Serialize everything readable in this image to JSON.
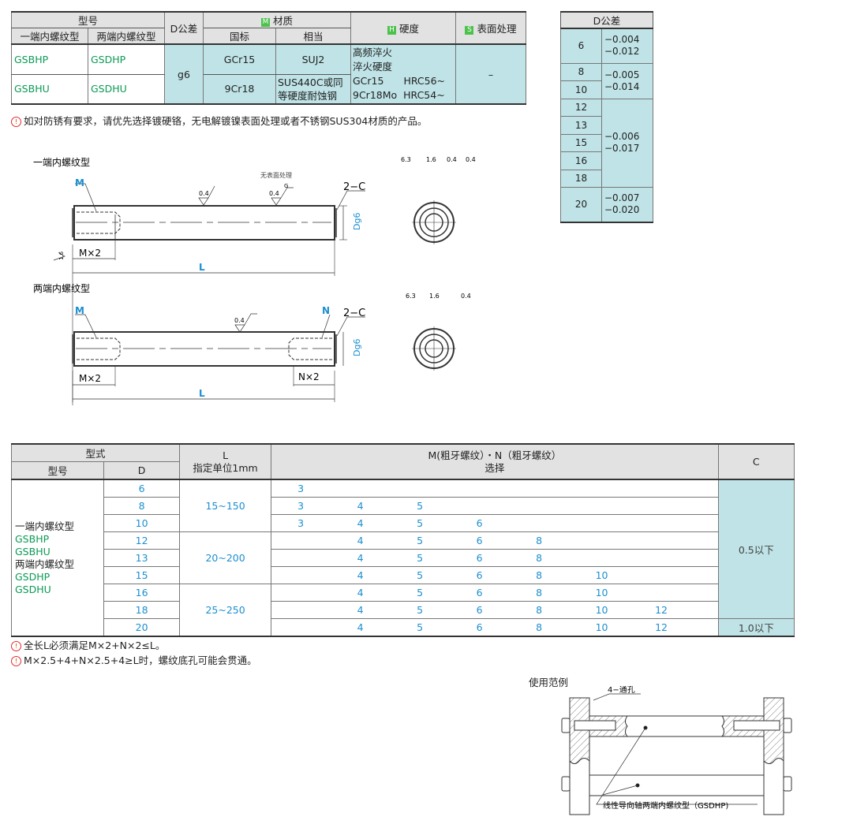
{
  "spec_table": {
    "headers": {
      "model": "型号",
      "one_end": "一端内螺纹型",
      "two_end": "两端内螺纹型",
      "d_tol": "D公差",
      "material": "材质",
      "material_badge": "M",
      "gb": "国标",
      "equiv": "相当",
      "hardness": "硬度",
      "hardness_badge": "H",
      "surface": "表面处理",
      "surface_badge": "S"
    },
    "rows": [
      {
        "one_end": "GSBHP",
        "two_end": "GSDHP",
        "gb": "GCr15",
        "equiv": "SUJ2"
      },
      {
        "one_end": "GSBHU",
        "two_end": "GSDHU",
        "gb": "9Cr18",
        "equiv": "SUS440C或同等硬度耐蚀钢"
      }
    ],
    "d_tol_value": "g6",
    "hardness_lines": [
      "高频淬火",
      "淬火硬度",
      "GCr15　　HRC56~",
      "9Cr18Mo  HRC54~"
    ],
    "surface_value": "–"
  },
  "note_top": "如对防锈有要求，请优先选择镀硬铬，无电解镀镍表面处理或者不锈钢SUS304材质的产品。",
  "tol_table": {
    "header": "D公差",
    "groups": [
      {
        "d": [
          "6"
        ],
        "tol": [
          "−0.004",
          "−0.012"
        ]
      },
      {
        "d": [
          "8",
          "10"
        ],
        "tol": [
          "−0.005",
          "−0.014"
        ]
      },
      {
        "d": [
          "12",
          "13",
          "15",
          "16",
          "18"
        ],
        "tol": [
          "−0.006",
          "−0.017"
        ]
      },
      {
        "d": [
          "20"
        ],
        "tol": [
          "−0.007",
          "−0.020"
        ]
      }
    ]
  },
  "drawings": {
    "one_end_title": "一端内螺纹型",
    "two_end_title": "两端内螺纹型",
    "no_surface": "无表面处理",
    "m": "M",
    "n": "N",
    "chamfer": "2−C",
    "dg6": "Dg6",
    "mx2": "M×2",
    "nx2": "N×2",
    "l": "L",
    "r04": "0.4",
    "r16": "1.6",
    "r63": "6.3",
    "g": "G"
  },
  "main_table": {
    "headers": {
      "type": "型式",
      "model": "型号",
      "d": "D",
      "l": "L",
      "l_unit": "指定单位1mm",
      "m": "M(粗牙螺纹）・N（粗牙螺纹）",
      "m_sel": "选择",
      "c": "C"
    },
    "models": [
      "一端内螺纹型",
      "GSBHP",
      "GSBHU",
      "两端内螺纹型",
      "GSDHP",
      "GSDHU"
    ],
    "rows": [
      {
        "d": "6",
        "m": [
          "3",
          "",
          "",
          "",
          "",
          "",
          ""
        ]
      },
      {
        "d": "8",
        "m": [
          "3",
          "4",
          "5",
          "",
          "",
          "",
          ""
        ]
      },
      {
        "d": "10",
        "m": [
          "3",
          "4",
          "5",
          "6",
          "",
          "",
          ""
        ]
      },
      {
        "d": "12",
        "m": [
          "",
          "4",
          "5",
          "6",
          "8",
          "",
          ""
        ]
      },
      {
        "d": "13",
        "m": [
          "",
          "4",
          "5",
          "6",
          "8",
          "",
          ""
        ]
      },
      {
        "d": "15",
        "m": [
          "",
          "4",
          "5",
          "6",
          "8",
          "10",
          ""
        ]
      },
      {
        "d": "16",
        "m": [
          "",
          "4",
          "5",
          "6",
          "8",
          "10",
          ""
        ]
      },
      {
        "d": "18",
        "m": [
          "",
          "4",
          "5",
          "6",
          "8",
          "10",
          "12"
        ]
      },
      {
        "d": "20",
        "m": [
          "",
          "4",
          "5",
          "6",
          "8",
          "10",
          "12"
        ]
      }
    ],
    "l_ranges": [
      "15~150",
      "20~200",
      "25~250"
    ],
    "c_values": [
      "0.5以下",
      "1.0以下"
    ]
  },
  "notes_bottom": [
    "全长L必须满足M×2+N×2≤L。",
    "M×2.5+4+N×2.5+4≥L时，螺纹底孔可能会贯通。"
  ],
  "example": {
    "title": "使用范例",
    "holes": "4−通孔",
    "caption": "线性导向轴两端内螺纹型（GSDHP)"
  }
}
